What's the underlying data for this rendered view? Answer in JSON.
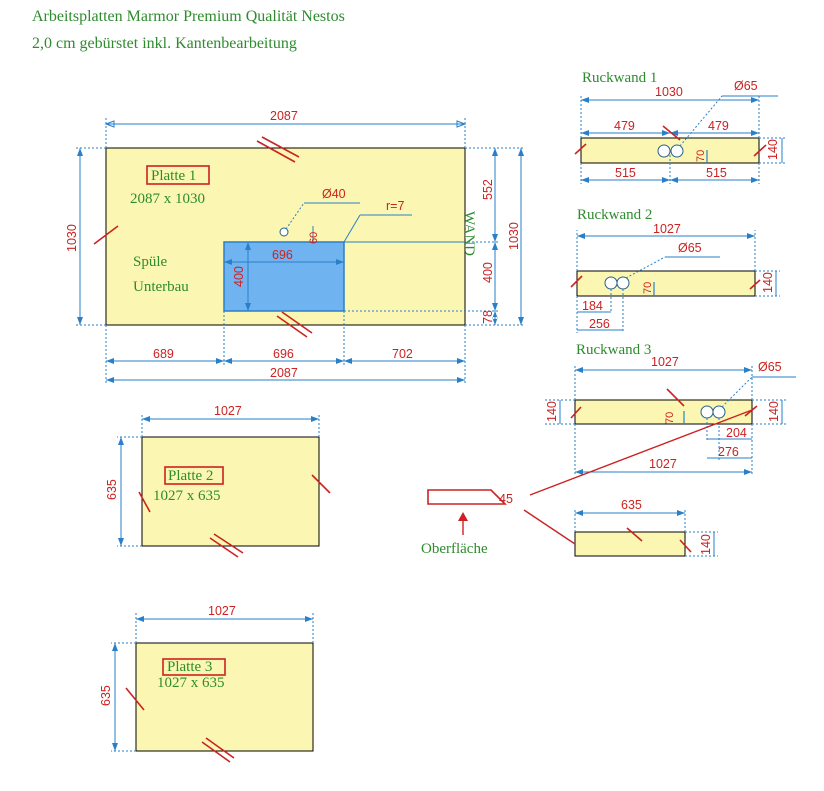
{
  "header": {
    "title_line1": "Arbeitsplatten Marmor Premium Qualität Nestos",
    "title_line2": "2,0 cm gebürstet inkl. Kantenbearbeitung"
  },
  "platte1": {
    "name": "Platte 1",
    "size": "2087 x 1030",
    "sink_label1": "Spüle",
    "sink_label2": "Unterbau",
    "wall_label": "WAND",
    "dim_top": "2087",
    "dim_left": "1030",
    "dim_right_outer": "1030",
    "dim_right_552": "552",
    "dim_right_400": "400",
    "dim_right_78": "78",
    "dim_bottom_689": "689",
    "dim_bottom_696": "696",
    "dim_bottom_702": "702",
    "dim_bottom_total": "2087",
    "hole_diameter": "Ø40",
    "hole_offset": "60",
    "radius": "r=7",
    "sink_width": "696",
    "sink_depth": "400"
  },
  "platte2": {
    "name": "Platte 2",
    "size": "1027 x 635",
    "dim_top": "1027",
    "dim_left": "635"
  },
  "platte3": {
    "name": "Platte 3",
    "size": "1027 x 635",
    "dim_top": "1027",
    "dim_left": "635"
  },
  "ruckwand1": {
    "name": "Ruckwand 1",
    "dim_total": "1030",
    "dim_479a": "479",
    "dim_479b": "479",
    "hole_diameter": "Ø65",
    "dim_515a": "515",
    "dim_515b": "515",
    "dim_height": "140",
    "dim_70": "70"
  },
  "ruckwand2": {
    "name": "Ruckwand 2",
    "dim_total": "1027",
    "hole_diameter": "Ø65",
    "dim_184": "184",
    "dim_256": "256",
    "dim_height": "140",
    "dim_70": "70"
  },
  "ruckwand3": {
    "name": "Ruckwand 3",
    "dim_total": "1027",
    "hole_diameter": "Ø65",
    "dim_height_left": "140",
    "dim_height_right": "140",
    "dim_70": "70",
    "dim_204": "204",
    "dim_276": "276",
    "dim_bottom": "1027"
  },
  "ruckwand4": {
    "dim_width": "635",
    "dim_height": "140"
  },
  "surface": {
    "label": "Oberfläche",
    "angle": "45"
  }
}
